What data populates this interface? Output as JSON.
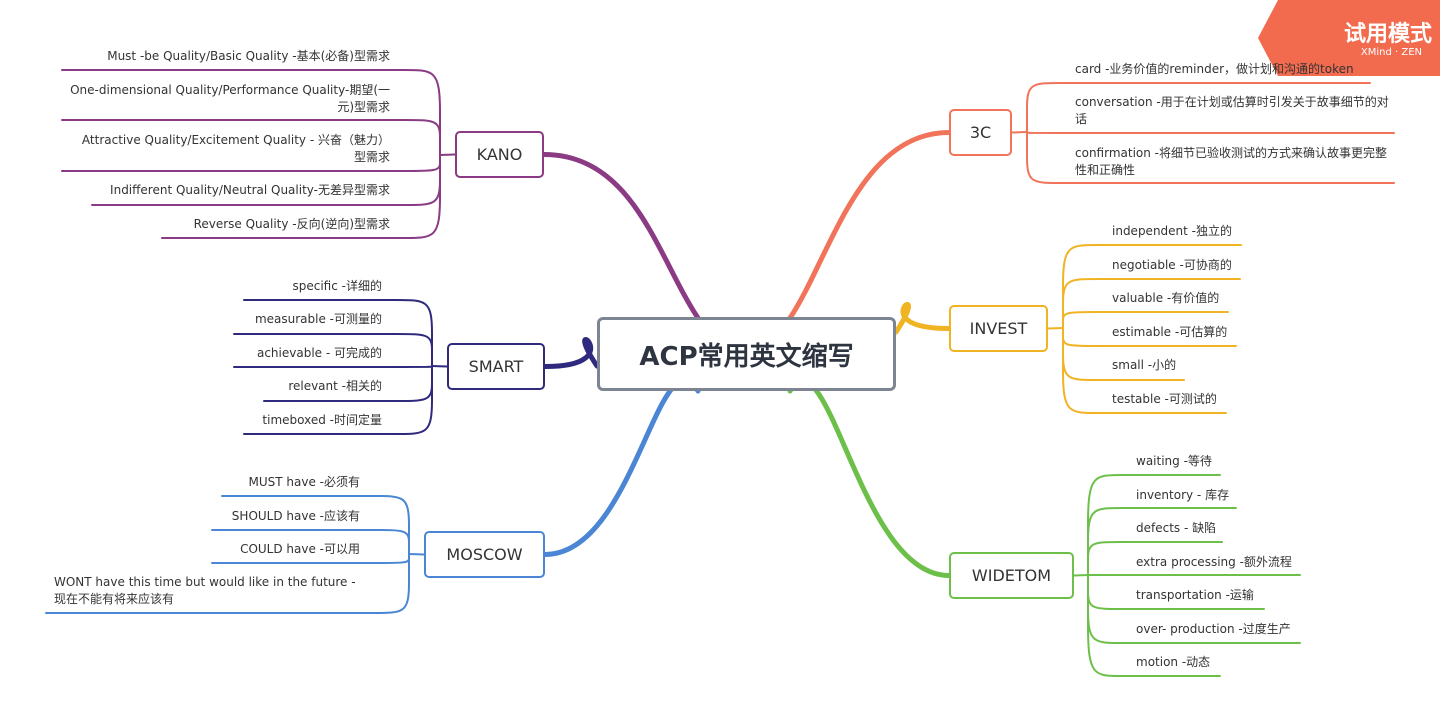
{
  "central": "ACP常用英文缩写",
  "watermark": {
    "title": "试用模式",
    "brand": "XMind · ZEN",
    "color": "#f26b4f"
  },
  "branches": {
    "kano": {
      "label": "KANO",
      "color": "#8b3a84",
      "items": [
        "Must -be Quality/Basic Quality -基本(必备)型需求",
        "One-dimensional Quality/Performance Quality-期望(一元)型需求",
        "Attractive Quality/Excitement Quality - 兴奋（魅力）型需求",
        "Indifferent Quality/Neutral Quality-无差异型需求",
        "Reverse Quality -反向(逆向)型需求"
      ]
    },
    "smart": {
      "label": "SMART",
      "color": "#2f2a7e",
      "items": [
        "specific -详细的",
        "measurable -可测量的",
        "achievable - 可完成的",
        "relevant -相关的",
        "timeboxed -时间定量"
      ]
    },
    "moscow": {
      "label": "MOSCOW",
      "color": "#4a86d4",
      "items": [
        "MUST have -必须有",
        "SHOULD have -应该有",
        "COULD have -可以用",
        "WONT have this time but would like in the future -现在不能有将来应该有"
      ]
    },
    "c3": {
      "label": "3C",
      "color": "#f0735a",
      "items": [
        "card -业务价值的reminder，做计划和沟通的token",
        "conversation -用于在计划或估算时引发关于故事细节的对话",
        "confirmation -将细节已验收测试的方式来确认故事更完整性和正确性"
      ]
    },
    "invest": {
      "label": "INVEST",
      "color": "#f0b323",
      "items": [
        "independent -独立的",
        "negotiable -可协商的",
        "valuable -有价值的",
        "estimable -可估算的",
        "small -小的",
        "testable -可测试的"
      ]
    },
    "widetom": {
      "label": "WIDETOM",
      "color": "#6cc04a",
      "items": [
        "waiting -等待",
        "inventory - 库存",
        "defects - 缺陷",
        "extra processing -额外流程",
        "transportation -运输",
        "over- production -过度生产",
        "motion -动态"
      ]
    }
  }
}
